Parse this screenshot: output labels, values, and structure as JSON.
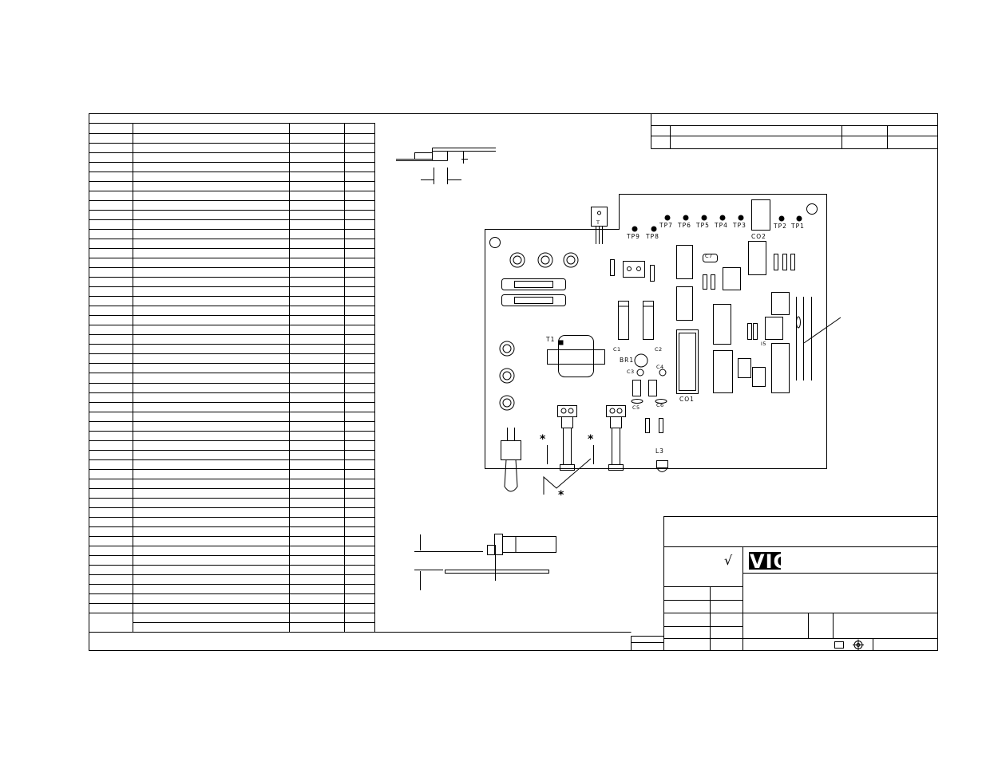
{
  "logo": {
    "text": "VICI"
  },
  "check_mark": "√",
  "marker": "*",
  "pcb": {
    "test_points_top": [
      "TP7",
      "TP6",
      "TP5",
      "TP4",
      "TP3"
    ],
    "test_points_left": [
      "TP9",
      "TP8"
    ],
    "test_points_right": [
      "TP2",
      "TP1"
    ],
    "labels": {
      "co2": "CO2",
      "co1": "CO1",
      "c7": "C7",
      "c3": "C3",
      "c4": "C4",
      "c5": "C5",
      "c6": "C6",
      "t1": "T1",
      "br1": "BR1",
      "l3": "L3",
      "c1": "C1",
      "c2": "C2",
      "u3": "T",
      "u1": "I5"
    }
  },
  "colors": {
    "line": "#000000",
    "background": "#ffffff"
  }
}
